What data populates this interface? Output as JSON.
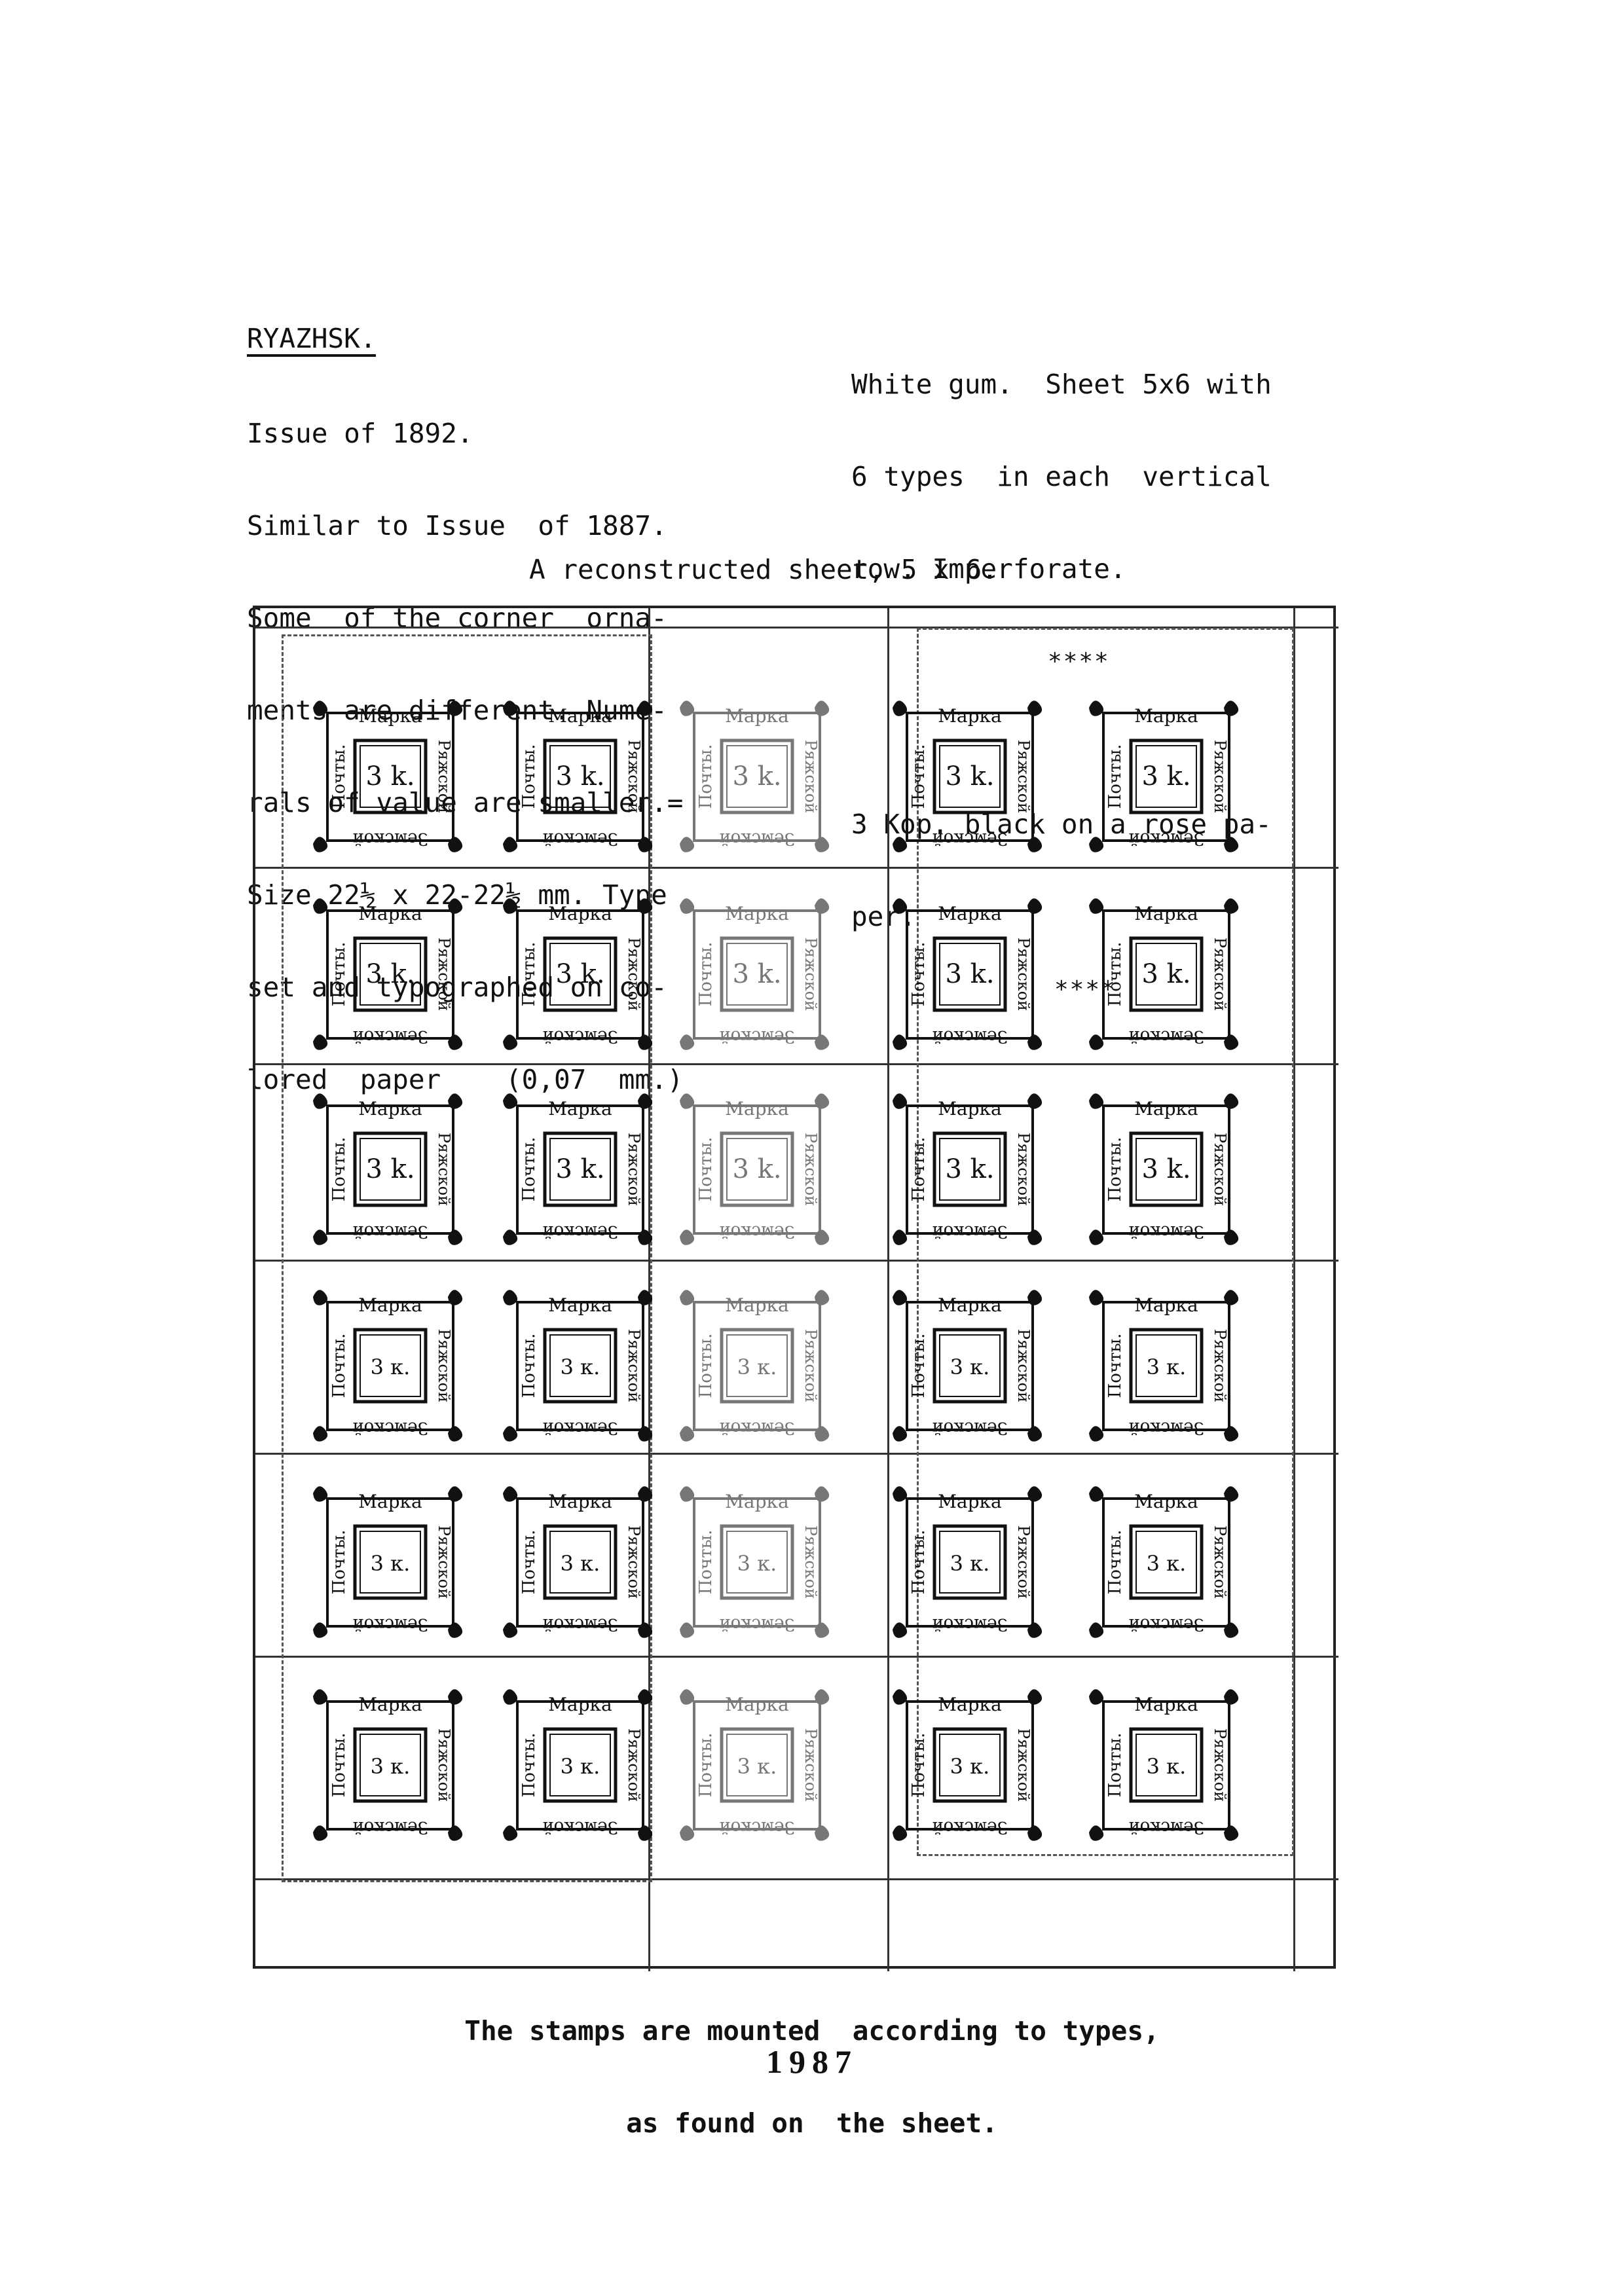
{
  "heading": {
    "title": "RYAZHSK.",
    "lines": [
      "Issue of 1892.",
      "Similar to Issue  of 1887.",
      "Some  of the corner  orna-",
      "ments are different. Nume-",
      "rals of value are smaller.=",
      "Size 22½ x 22-22½ mm. Type",
      "set and typographed on co-",
      "lored  paper    (0,07  mm.)"
    ]
  },
  "details": {
    "lines": [
      "White gum.  Sheet 5x6 with",
      "6 types  in each  vertical",
      "row. Imperforate."
    ],
    "stars1": "****",
    "price_lines": [
      "3 Kop. black on a rose pa-",
      "per."
    ],
    "stars2": "****"
  },
  "caption_top": "A reconstructed sheet, 5 x 6.",
  "stamp": {
    "top_label": "Марка",
    "left_label": "Почты.",
    "right_label": "Ряжской",
    "bottom_label": "Земской",
    "values": [
      "3 k.",
      "3 k.",
      "3 k.",
      "3 к.",
      "3 к.",
      "3 к."
    ]
  },
  "sheet": {
    "columns": 5,
    "rows": 6
  },
  "caption_bottom": [
    "The stamps are mounted  according to types,",
    "as found on  the sheet."
  ],
  "year": "1987"
}
